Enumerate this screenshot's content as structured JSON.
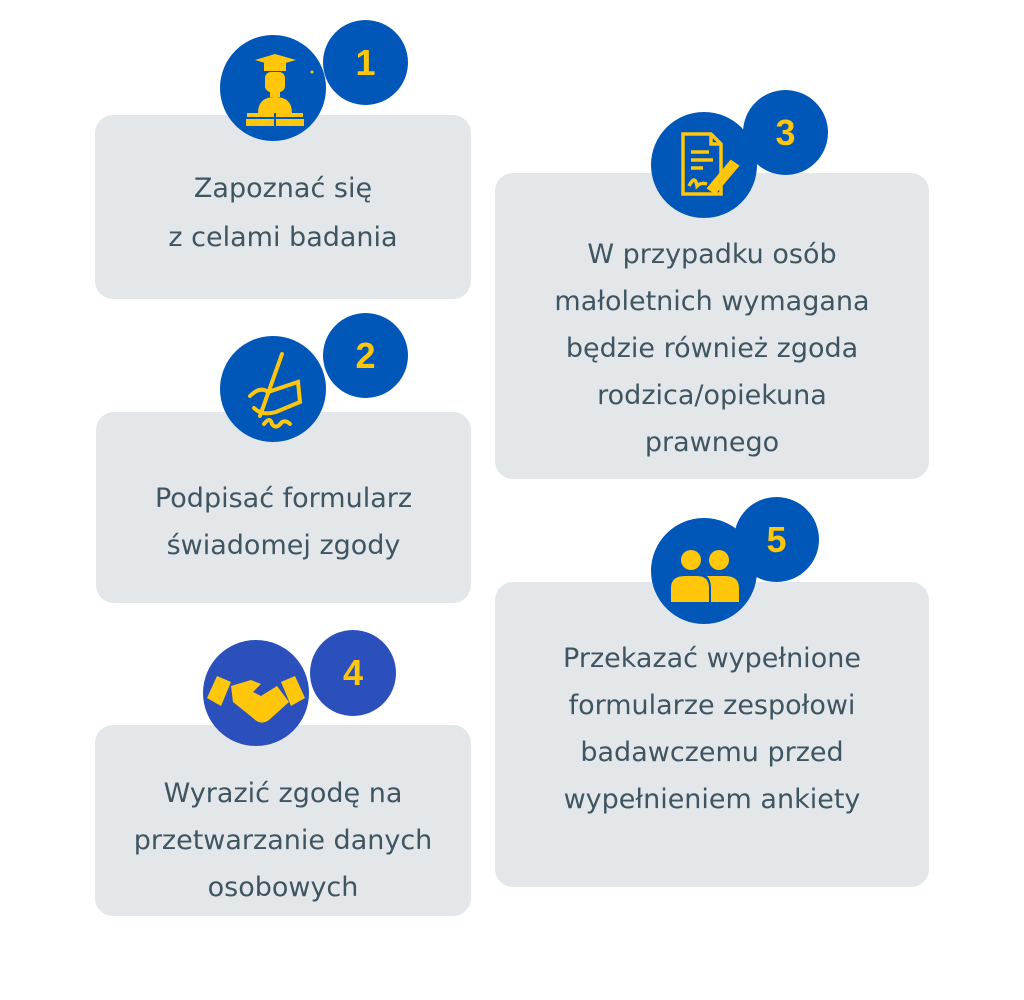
{
  "colors": {
    "blue": "#0057b8",
    "blue_step4": "#2b50bb",
    "yellow": "#ffc60b",
    "box": "#e3e7ea",
    "text": "#3f5561"
  },
  "steps": [
    {
      "number": "1",
      "icon": "graduate-reading-book-icon",
      "lines": [
        "Zapoznać się",
        "z celami badania"
      ]
    },
    {
      "number": "2",
      "icon": "hand-signing-icon",
      "lines": [
        "Podpisać formularz",
        "świadomej zgody"
      ]
    },
    {
      "number": "3",
      "icon": "signed-document-icon",
      "lines": [
        "W przypadku osób",
        "małoletnich wymagana",
        "będzie również zgoda",
        "rodzica/opiekuna",
        "prawnego"
      ]
    },
    {
      "number": "4",
      "icon": "handshake-icon",
      "lines": [
        "Wyrazić zgodę na",
        "przetwarzanie danych",
        "osobowych"
      ]
    },
    {
      "number": "5",
      "icon": "people-group-icon",
      "lines": [
        "Przekazać wypełnione",
        "formularze zespołowi",
        "badawczemu przed",
        "wypełnieniem ankiety"
      ]
    }
  ]
}
